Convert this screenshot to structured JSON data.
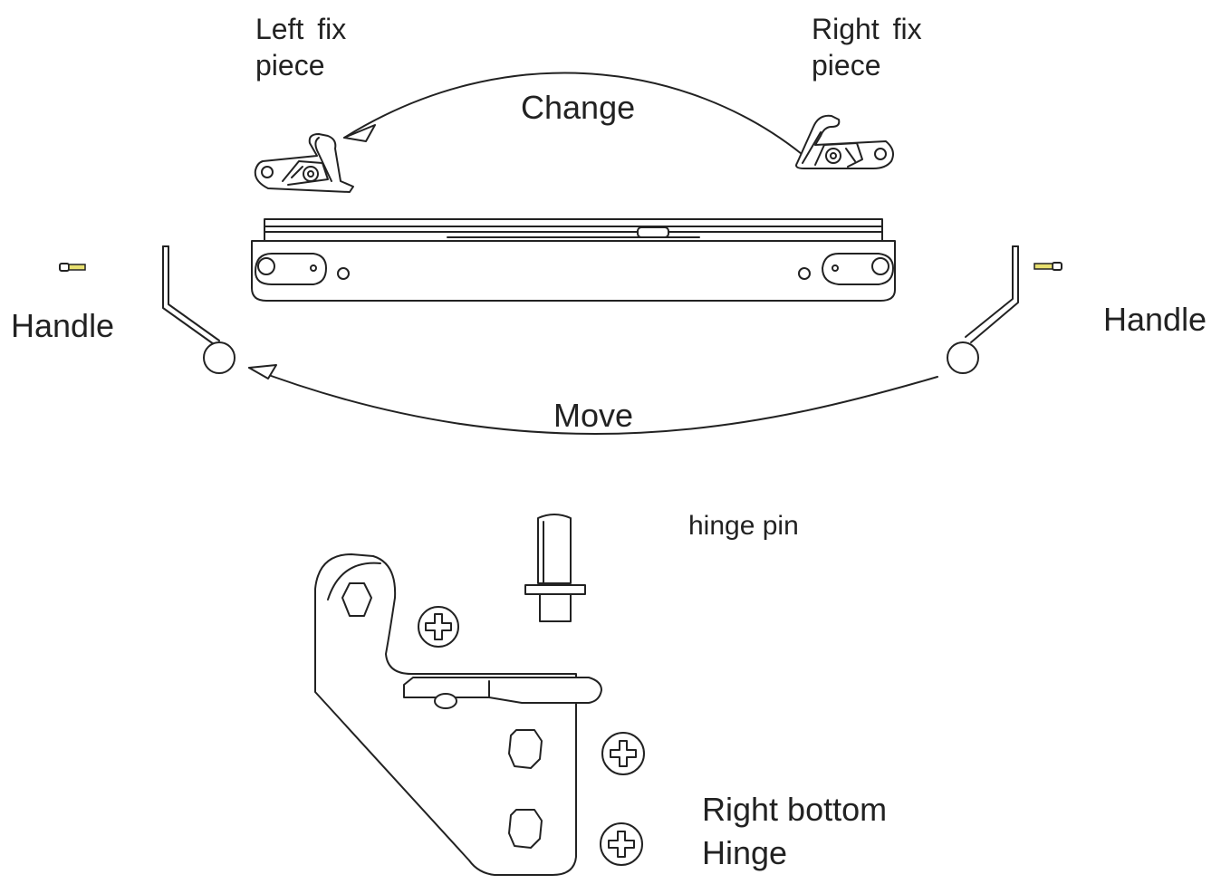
{
  "labels": {
    "left_fix_piece": [
      "Left fix",
      "piece"
    ],
    "right_fix_piece": [
      "Right fix",
      "piece"
    ],
    "change": "Change",
    "handle_left": "Handle",
    "handle_right": "Handle",
    "move": "Move",
    "hinge_pin": "hinge pin",
    "right_bottom_hinge": [
      "Right bottom",
      "Hinge"
    ]
  },
  "colors": {
    "line": "#222222",
    "background": "#ffffff",
    "screw_highlight": "#e8e070"
  },
  "icons": [
    "arrow-head-icon",
    "screw-icon",
    "cross-head-screw-icon"
  ]
}
